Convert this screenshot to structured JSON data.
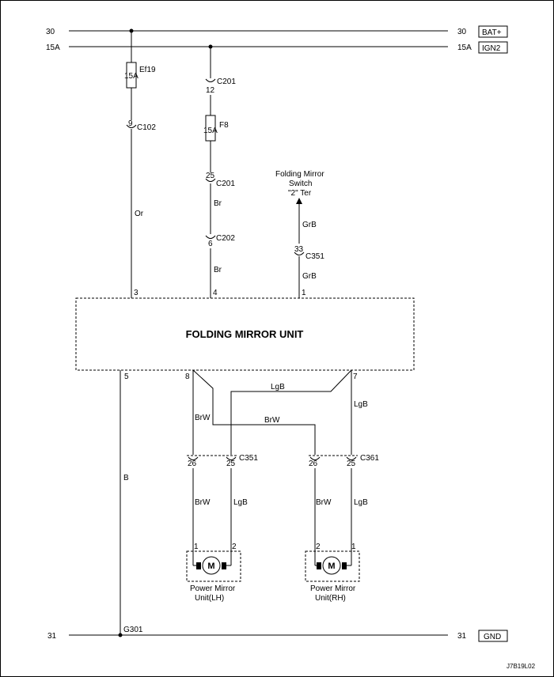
{
  "rails": {
    "bat_left": "30",
    "bat_right": "30",
    "bat_label": "BAT+",
    "ign_left": "15A",
    "ign_right": "15A",
    "ign_label": "IGN2",
    "gnd_left": "31",
    "gnd_right": "31",
    "gnd_label": "GND"
  },
  "fuses": {
    "ef19_name": "Ef19",
    "ef19_rating": "15A",
    "f8_name": "F8",
    "f8_rating": "15A"
  },
  "connectors": {
    "c201_a_pin": "12",
    "c201_a_name": "C201",
    "c102_pin": "9",
    "c102_name": "C102",
    "c201_b_pin": "25",
    "c201_b_name": "C201",
    "c202_pin": "6",
    "c202_name": "C202",
    "c351_top_pin": "33",
    "c351_top_name": "C351",
    "c351_lh_pin_a": "26",
    "c351_lh_pin_b": "25",
    "c351_lh_name": "C351",
    "c361_pin_a": "26",
    "c361_pin_b": "25",
    "c361_name": "C361",
    "ground_name": "G301"
  },
  "wires": {
    "or": "Or",
    "br_top": "Br",
    "br_bottom": "Br",
    "grb_top": "GrB",
    "grb_bottom": "GrB",
    "b": "B",
    "lgb_top": "LgB",
    "brw_mid": "BrW",
    "brw_left": "BrW",
    "lgb_right": "LgB",
    "brw_lh": "BrW",
    "lgb_lh": "LgB",
    "brw_rh": "BrW",
    "lgb_rh": "LgB"
  },
  "switch": {
    "line1": "Folding Mirror",
    "line2": "Switch",
    "line3": "\"2\" Ter"
  },
  "unit": {
    "title": "FOLDING MIRROR UNIT",
    "pin3": "3",
    "pin4": "4",
    "pin1": "1",
    "pin5": "5",
    "pin8": "8",
    "pin7": "7"
  },
  "motor_lh": {
    "symbol": "M",
    "pin_a": "1",
    "pin_b": "2",
    "label1": "Power Mirror",
    "label2": "Unit(LH)"
  },
  "motor_rh": {
    "symbol": "M",
    "pin_a": "2",
    "pin_b": "1",
    "label1": "Power Mirror",
    "label2": "Unit(RH)"
  },
  "footer_code": "J7B19L02"
}
